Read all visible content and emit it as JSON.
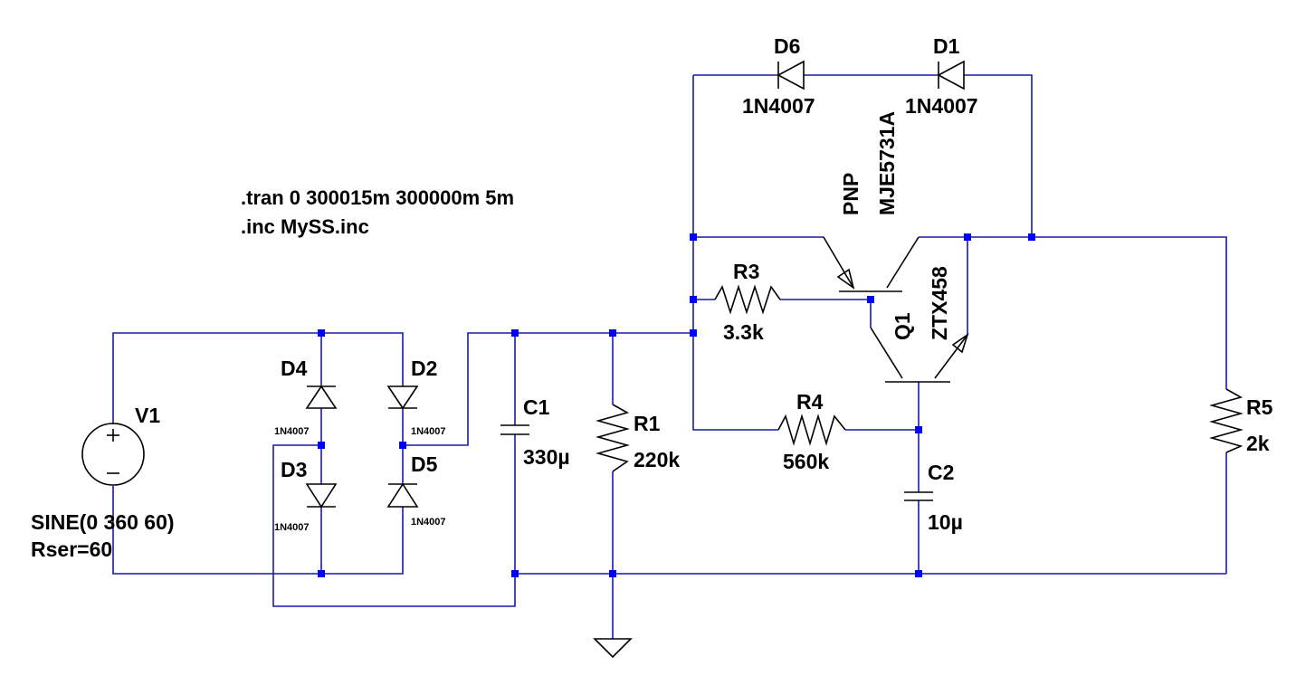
{
  "directives": {
    "tran": ".tran 0 300015m 300000m 5m",
    "inc": ".inc MySS.inc"
  },
  "source": {
    "name": "V1",
    "value": "SINE(0 360 60)",
    "rser": "Rser=60"
  },
  "bridge": [
    {
      "name": "D4",
      "model": "1N4007"
    },
    {
      "name": "D2",
      "model": "1N4007"
    },
    {
      "name": "D3",
      "model": "1N4007"
    },
    {
      "name": "D5",
      "model": "1N4007"
    }
  ],
  "feedback_diodes": [
    {
      "name": "D6",
      "model": "1N4007"
    },
    {
      "name": "D1",
      "model": "1N4007"
    }
  ],
  "capacitors": [
    {
      "name": "C1",
      "value": "330µ"
    },
    {
      "name": "C2",
      "value": "10µ"
    }
  ],
  "resistors": [
    {
      "name": "R1",
      "value": "220k"
    },
    {
      "name": "R3",
      "value": "3.3k"
    },
    {
      "name": "R4",
      "value": "560k"
    },
    {
      "name": "R5",
      "value": "2k"
    }
  ],
  "transistors": {
    "pnp": {
      "type": "PNP",
      "model": "MJE5731A"
    },
    "npn": {
      "name": "Q1",
      "model": "ZTX458"
    }
  },
  "colors": {
    "wire": "#1a1aa8",
    "junction": "#0000ff",
    "component": "#000000",
    "background": "#ffffff"
  }
}
